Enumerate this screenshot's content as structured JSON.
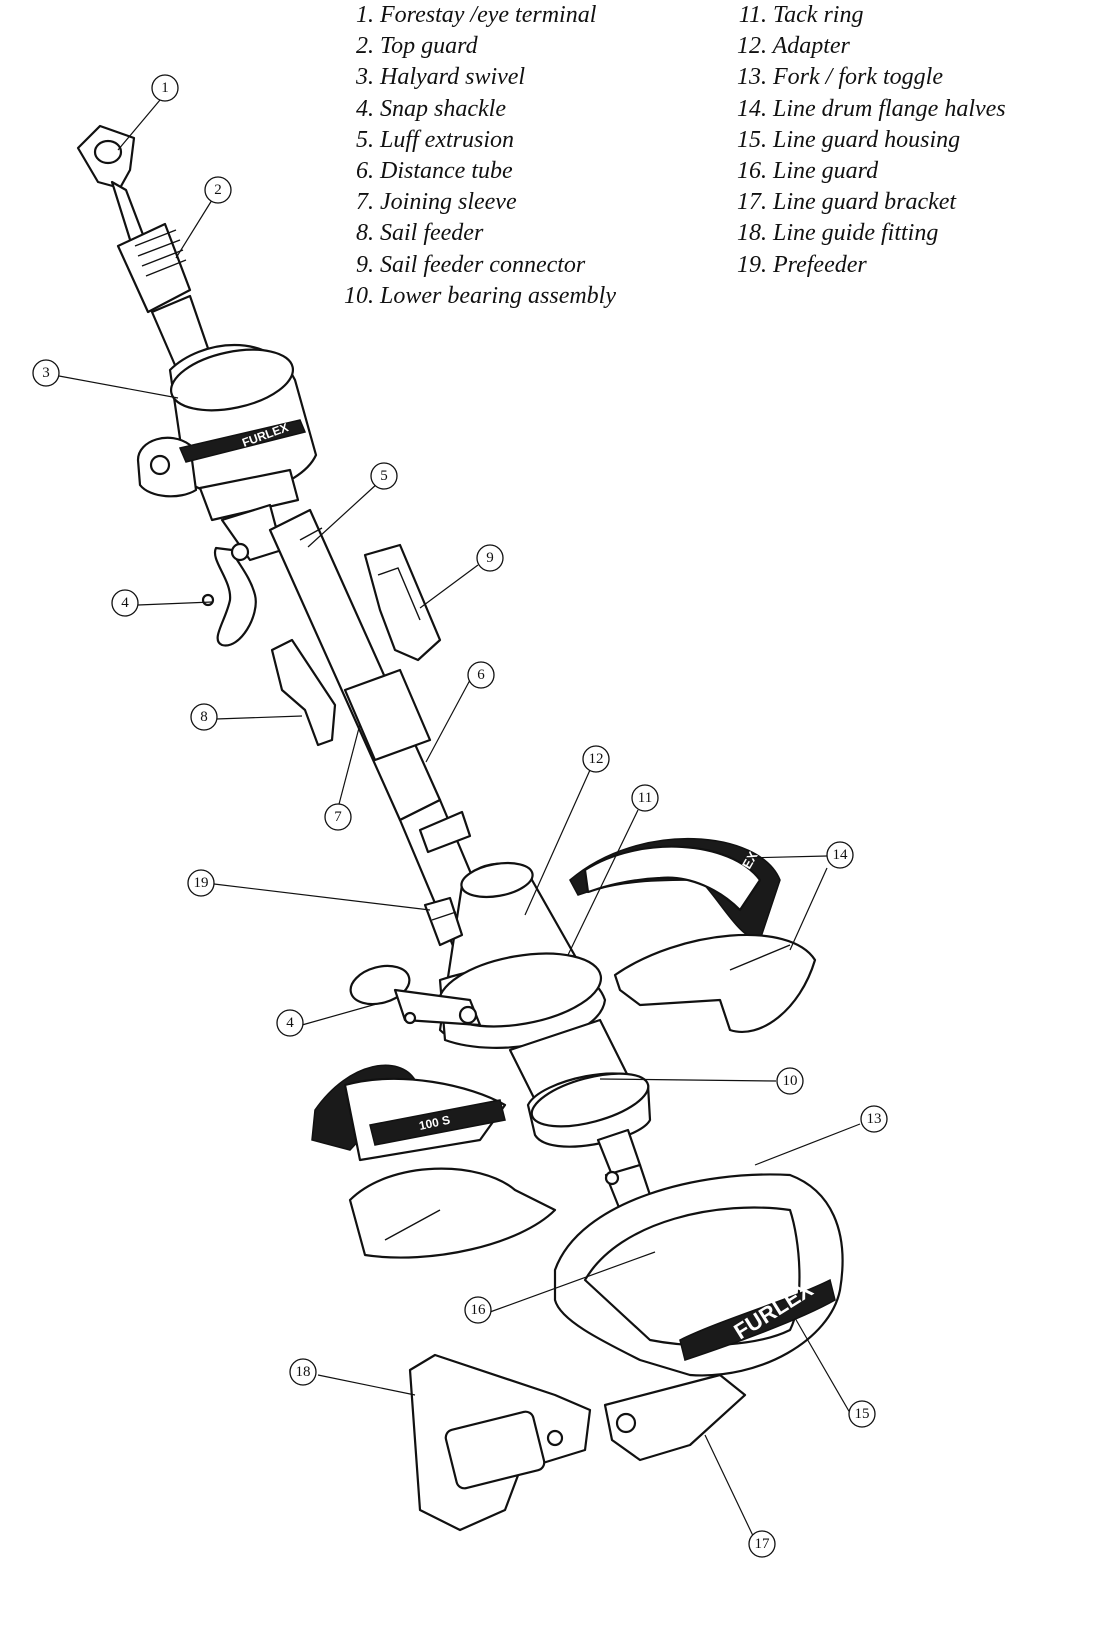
{
  "legend": {
    "left": [
      {
        "num": "1.",
        "label": "Forestay /eye terminal"
      },
      {
        "num": "2.",
        "label": "Top guard"
      },
      {
        "num": "3.",
        "label": "Halyard swivel"
      },
      {
        "num": "4.",
        "label": "Snap shackle"
      },
      {
        "num": "5.",
        "label": "Luff extrusion"
      },
      {
        "num": "6.",
        "label": "Distance tube"
      },
      {
        "num": "7.",
        "label": "Joining sleeve"
      },
      {
        "num": "8.",
        "label": "Sail feeder"
      },
      {
        "num": "9.",
        "label": "Sail feeder connector"
      },
      {
        "num": "10.",
        "label": "Lower bearing assembly"
      }
    ],
    "right": [
      {
        "num": "11.",
        "label": "Tack ring"
      },
      {
        "num": "12.",
        "label": "Adapter"
      },
      {
        "num": "13.",
        "label": "Fork / fork toggle"
      },
      {
        "num": "14.",
        "label": "Line drum flange halves"
      },
      {
        "num": "15.",
        "label": "Line guard housing"
      },
      {
        "num": "16.",
        "label": "Line guard"
      },
      {
        "num": "17.",
        "label": "Line guard bracket"
      },
      {
        "num": "18.",
        "label": "Line guide fitting"
      },
      {
        "num": "19.",
        "label": "Prefeeder"
      }
    ]
  },
  "brand": {
    "upper": "FURLEX",
    "drum_label": "FURLEX",
    "flange_text": "100 S",
    "housing": "FURLEX"
  },
  "callouts": [
    {
      "id": "1",
      "label": "1"
    },
    {
      "id": "2",
      "label": "2"
    },
    {
      "id": "3",
      "label": "3"
    },
    {
      "id": "4a",
      "label": "4"
    },
    {
      "id": "5",
      "label": "5"
    },
    {
      "id": "9",
      "label": "9"
    },
    {
      "id": "6",
      "label": "6"
    },
    {
      "id": "8",
      "label": "8"
    },
    {
      "id": "7",
      "label": "7"
    },
    {
      "id": "12",
      "label": "12"
    },
    {
      "id": "11",
      "label": "11"
    },
    {
      "id": "14",
      "label": "14"
    },
    {
      "id": "19",
      "label": "19"
    },
    {
      "id": "4b",
      "label": "4"
    },
    {
      "id": "10",
      "label": "10"
    },
    {
      "id": "13",
      "label": "13"
    },
    {
      "id": "16",
      "label": "16"
    },
    {
      "id": "18",
      "label": "18"
    },
    {
      "id": "15",
      "label": "15"
    },
    {
      "id": "17",
      "label": "17"
    }
  ]
}
